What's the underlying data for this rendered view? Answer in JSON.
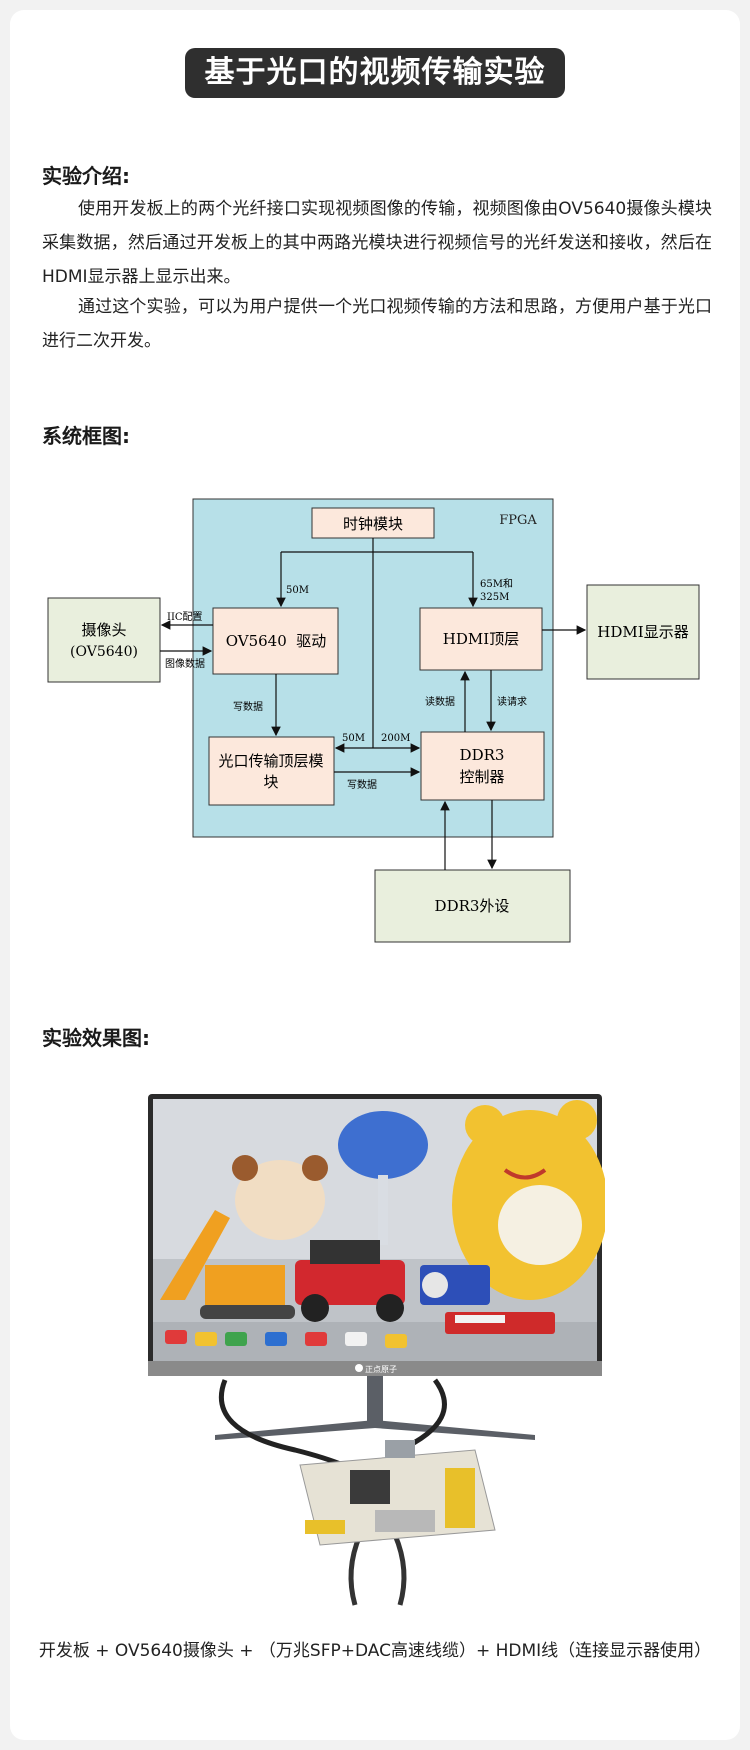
{
  "page": {
    "title": "基于光口的视频传输实验"
  },
  "intro": {
    "heading": "实验介绍:",
    "paragraphs": [
      "使用开发板上的两个光纤接口实现视频图像的传输，视频图像由OV5640摄像头模块采集数据，然后通过开发板上的其中两路光模块进行视频信号的光纤发送和接收，然后在HDMI显示器上显示出来。",
      "通过这个实验，可以为用户提供一个光口视频传输的方法和思路，方便用户基于光口进行二次开发。"
    ]
  },
  "block_diagram": {
    "heading": "系统框图:",
    "fpga_label": "FPGA",
    "blocks": {
      "clock": "时钟模块",
      "camera_line1": "摄像头",
      "camera_line2": "(OV5640)",
      "ov_driver": "OV5640  驱动",
      "hdmi_top": "HDMI顶层",
      "hdmi_display": "HDMI显示器",
      "optical_line1": "光口传输顶层模",
      "optical_line2": "块",
      "ddr_ctrl_line1": "DDR3",
      "ddr_ctrl_line2": "控制器",
      "ddr_ext": "DDR3外设"
    },
    "signals": {
      "clk_50m_ov": "50M",
      "clk_hdmi_line1": "65M和",
      "clk_hdmi_line2": "325M",
      "iic_config": "IIC配置",
      "image_data": "图像数据",
      "write_data_ov": "写数据",
      "read_data": "读数据",
      "read_req": "读请求",
      "clk_50m_opt": "50M",
      "clk_200m": "200M",
      "write_data_opt": "写数据"
    },
    "colors": {
      "fpga_bg": "#b7e0e8",
      "inner_block": "#fce8dc",
      "outer_block": "#e9efdd"
    }
  },
  "result": {
    "heading": "实验效果图:",
    "monitor_brand": "正点原子",
    "caption": "开发板 + OV5640摄像头 + （万兆SFP+DAC高速线缆）+ HDMI线（连接显示器使用）"
  }
}
